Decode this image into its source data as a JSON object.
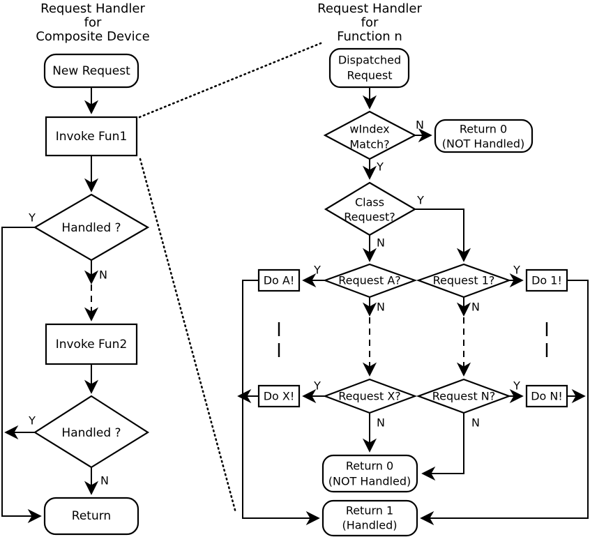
{
  "diagram": {
    "title_left": [
      "Request Handler",
      "for",
      "Composite Device"
    ],
    "title_right": [
      "Request Handler",
      "for",
      "Function n"
    ],
    "left_flow": {
      "nodes": [
        {
          "id": "new-request",
          "label": "New Request",
          "shape": "rounded"
        },
        {
          "id": "invoke-fun1",
          "label": "Invoke Fun1",
          "shape": "rect"
        },
        {
          "id": "handled-1",
          "label": "Handled ?",
          "shape": "diamond"
        },
        {
          "id": "invoke-fun2",
          "label": "Invoke Fun2",
          "shape": "rect"
        },
        {
          "id": "handled-2",
          "label": "Handled ?",
          "shape": "diamond"
        },
        {
          "id": "return",
          "label": "Return",
          "shape": "rounded"
        }
      ],
      "branch_labels": {
        "handled1_yes": "Y",
        "handled1_no": "N",
        "handled2_yes": "Y",
        "handled2_no": "N"
      }
    },
    "right_flow": {
      "nodes": [
        {
          "id": "dispatched-request",
          "label_line1": "Dispatched",
          "label_line2": "Request",
          "shape": "rounded"
        },
        {
          "id": "windex-match",
          "label_line1": "wIndex",
          "label_line2": "Match?",
          "shape": "diamond"
        },
        {
          "id": "return-0-top",
          "label_line1": "Return 0",
          "label_line2": "(NOT Handled)",
          "shape": "rounded"
        },
        {
          "id": "class-request",
          "label_line1": "Class",
          "label_line2": "Request?",
          "shape": "diamond"
        },
        {
          "id": "request-a",
          "label": "Request A?",
          "shape": "diamond"
        },
        {
          "id": "do-a",
          "label": "Do A!",
          "shape": "rect"
        },
        {
          "id": "request-1",
          "label": "Request 1?",
          "shape": "diamond"
        },
        {
          "id": "do-1",
          "label": "Do 1!",
          "shape": "rect"
        },
        {
          "id": "request-x",
          "label": "Request X?",
          "shape": "diamond"
        },
        {
          "id": "do-x",
          "label": "Do X!",
          "shape": "rect"
        },
        {
          "id": "request-n",
          "label": "Request N?",
          "shape": "diamond"
        },
        {
          "id": "do-n",
          "label": "Do N!",
          "shape": "rect"
        },
        {
          "id": "return-0-bottom",
          "label_line1": "Return 0",
          "label_line2": "(NOT Handled)",
          "shape": "rounded"
        },
        {
          "id": "return-1",
          "label_line1": "Return 1",
          "label_line2": "(Handled)",
          "shape": "rounded"
        }
      ],
      "branch_labels": {
        "windex_no": "N",
        "windex_yes": "Y",
        "class_yes": "Y",
        "class_no": "N",
        "request_a_yes": "Y",
        "request_a_no": "N",
        "request_1_yes": "Y",
        "request_1_no": "N",
        "request_x_yes": "Y",
        "request_x_no": "N",
        "request_n_yes": "Y",
        "request_n_no": "N"
      }
    },
    "colors": {
      "stroke": "#000000",
      "fill": "#ffffff",
      "background": "#ffffff"
    }
  }
}
